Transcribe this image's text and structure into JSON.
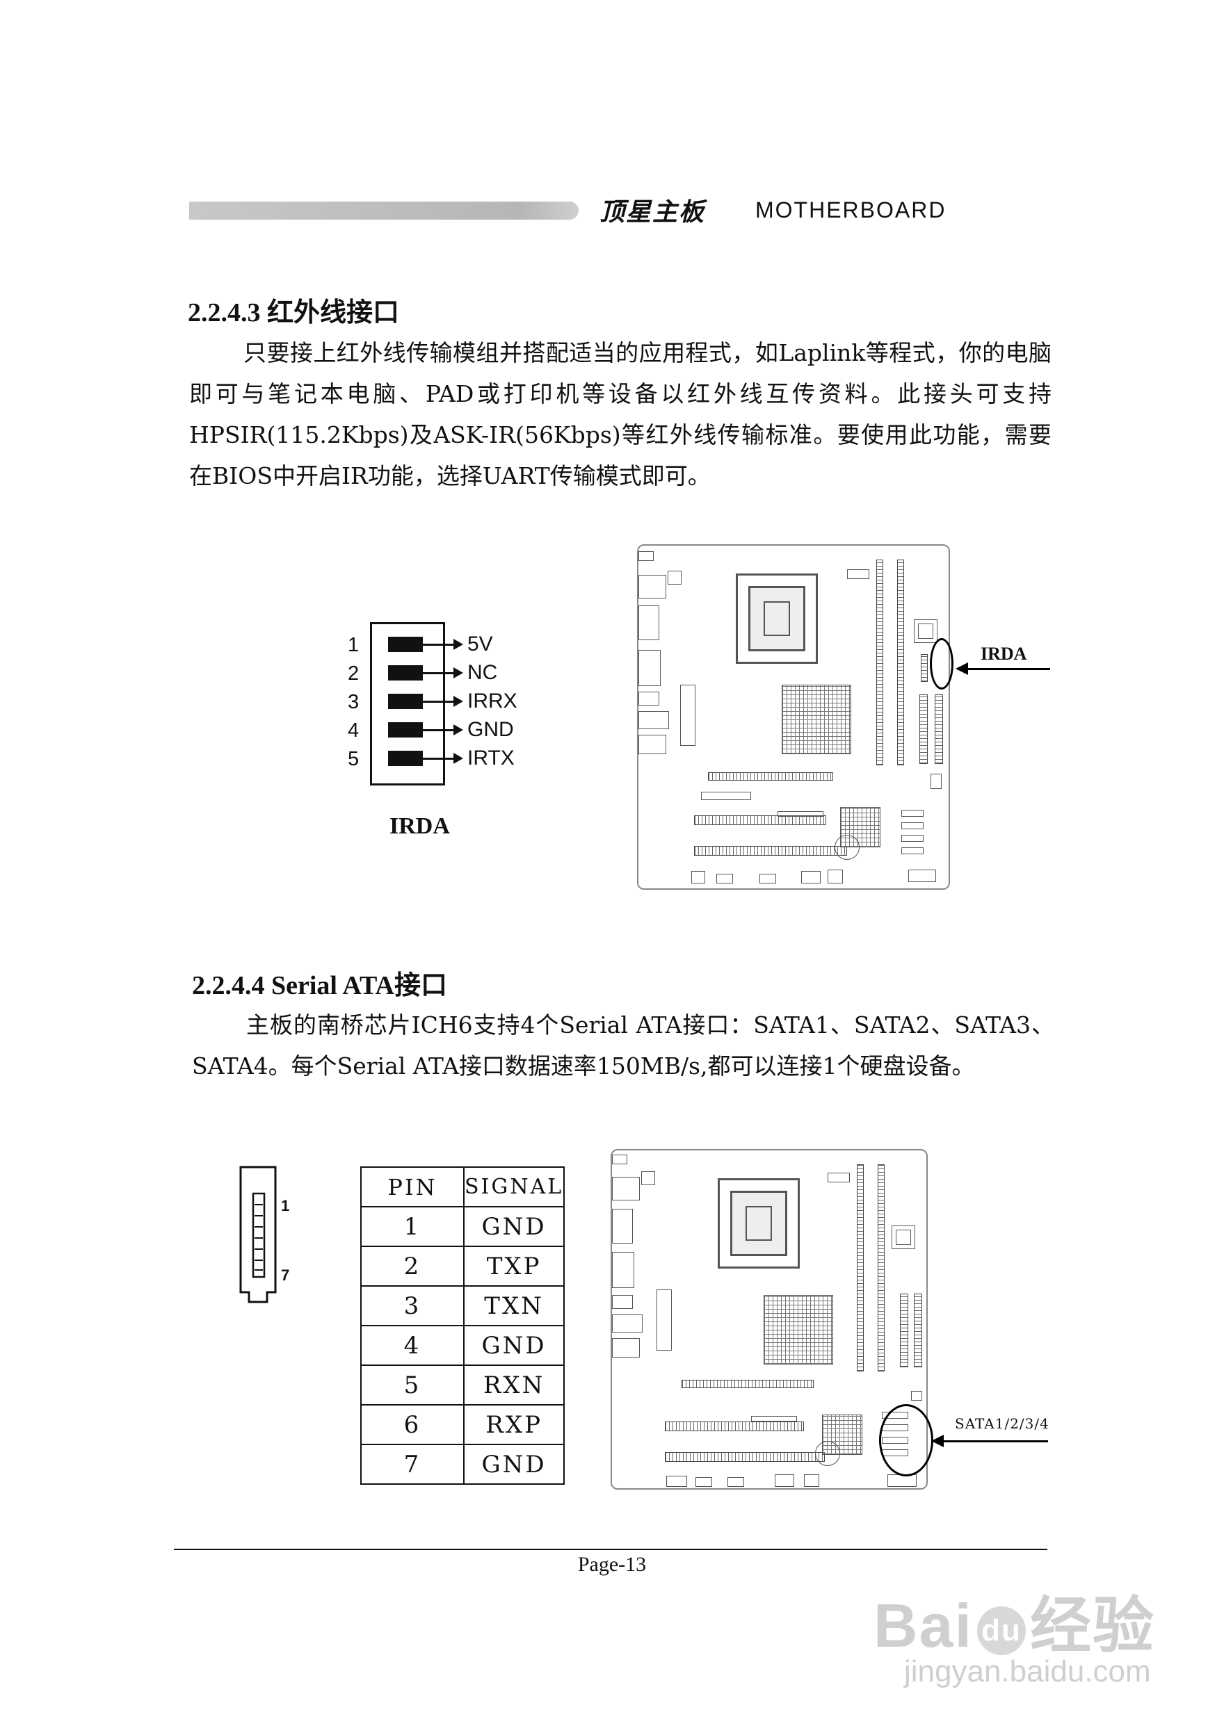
{
  "header": {
    "brand": "顶星主板",
    "subtitle": "MOTHERBOARD"
  },
  "section_irda": {
    "heading": "2.2.4.3 红外线接口",
    "body": "只要接上红外线传输模组并搭配适当的应用程式，如Laplink等程式，你的电脑即可与笔记本电脑、PAD或打印机等设备以红外线互传资料。此接头可支持HPSIR(115.2Kbps)及ASK-IR(56Kbps)等红外线传输标准。要使用此功能，需要在BIOS中开启IR功能，选择UART传输模式即可。",
    "pins": [
      {
        "num": "1",
        "signal": "5V"
      },
      {
        "num": "2",
        "signal": "NC"
      },
      {
        "num": "3",
        "signal": "IRRX"
      },
      {
        "num": "4",
        "signal": "GND"
      },
      {
        "num": "5",
        "signal": "IRTX"
      }
    ],
    "caption": "IRDA",
    "board_label": "IRDA"
  },
  "section_sata": {
    "heading": "2.2.4.4 Serial ATA接口",
    "body": "主板的南桥芯片ICH6支持4个Serial ATA接口：SATA1、SATA2、SATA3、SATA4。每个Serial ATA接口数据速率150MB/s,都可以连接1个硬盘设备。",
    "connector_labels": [
      "1",
      "7"
    ],
    "table_headers": [
      "PIN",
      "SIGNAL"
    ],
    "table_rows": [
      [
        "1",
        "GND"
      ],
      [
        "2",
        "TXP"
      ],
      [
        "3",
        "TXN"
      ],
      [
        "4",
        "GND"
      ],
      [
        "5",
        "RXN"
      ],
      [
        "6",
        "RXP"
      ],
      [
        "7",
        "GND"
      ]
    ],
    "board_label": "SATA1/2/3/4"
  },
  "footer": {
    "page": "Page-13"
  },
  "watermark": {
    "brand": "Bai",
    "paw": "du",
    "cn": "经验",
    "url": "jingyan.baidu.com"
  }
}
